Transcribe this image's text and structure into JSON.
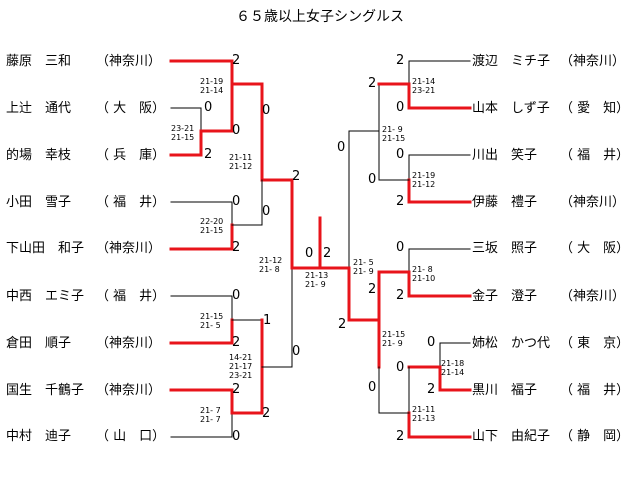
{
  "title": "６５歳以上女子シングルス",
  "left_players": [
    {
      "name": "藤原　三和",
      "pref": "（神奈川）"
    },
    {
      "name": "上辻　通代",
      "pref": "（ 大　阪）"
    },
    {
      "name": "的場　幸枝",
      "pref": "（ 兵　庫）"
    },
    {
      "name": "小田　雪子",
      "pref": "（ 福　井）"
    },
    {
      "name": "下山田　和子",
      "pref": "（神奈川）"
    },
    {
      "name": "中西　エミ子",
      "pref": "（ 福　井）"
    },
    {
      "name": "倉田　順子",
      "pref": "（神奈川）"
    },
    {
      "name": "国生　千鶴子",
      "pref": "（神奈川）"
    },
    {
      "name": "中村　迪子",
      "pref": "（ 山　口）"
    }
  ],
  "right_players": [
    {
      "name": "渡辺　ミチ子",
      "pref": "（神奈川）"
    },
    {
      "name": "山本　しず子",
      "pref": "（ 愛　知）"
    },
    {
      "name": "川出　笑子",
      "pref": "（ 福　井）"
    },
    {
      "name": "伊藤　禮子",
      "pref": "（神奈川）"
    },
    {
      "name": "三坂　照子",
      "pref": "（ 大　阪）"
    },
    {
      "name": "金子　澄子",
      "pref": "（神奈川）"
    },
    {
      "name": "姉松　かつ代",
      "pref": "（ 東　京）"
    },
    {
      "name": "黒川　福子",
      "pref": "（ 福　井）"
    },
    {
      "name": "山下　由紀子",
      "pref": "（ 静　岡）"
    }
  ],
  "games_won": [
    "2",
    "0",
    "0",
    "2",
    "0",
    "0",
    "2",
    "0",
    "2",
    "0",
    "1",
    "2",
    "2",
    "0",
    "0",
    "2",
    "2",
    "0",
    "2",
    "0",
    "2",
    "0",
    "2",
    "0",
    "2",
    "0",
    "0",
    "2",
    "2",
    "0",
    "2",
    "0",
    "2"
  ],
  "scores": [
    [
      "21-19",
      "21-14"
    ],
    [
      "23-21",
      "21-15"
    ],
    [
      "21-11",
      "21-12"
    ],
    [
      "22-20",
      "21-15"
    ],
    [
      "21-15",
      "21- 5"
    ],
    [
      "14-21",
      "21-17",
      "23-21"
    ],
    [
      "21- 7",
      "21- 7"
    ],
    [
      "21-12",
      "21- 8"
    ],
    [
      "21-13",
      "21- 9"
    ],
    [
      "21-14",
      "23-21"
    ],
    [
      "21- 9",
      "21-15"
    ],
    [
      "21-19",
      "21-12"
    ],
    [
      "21- 5",
      "21- 9"
    ],
    [
      "21- 8",
      "21-10"
    ],
    [
      "21-15",
      "21- 9"
    ],
    [
      "21-18",
      "21-14"
    ],
    [
      "21-11",
      "21-13"
    ]
  ],
  "colors": {
    "win_line": "#e8141b",
    "lose_line": "#000000",
    "text": "#000000",
    "background": "#ffffff"
  }
}
